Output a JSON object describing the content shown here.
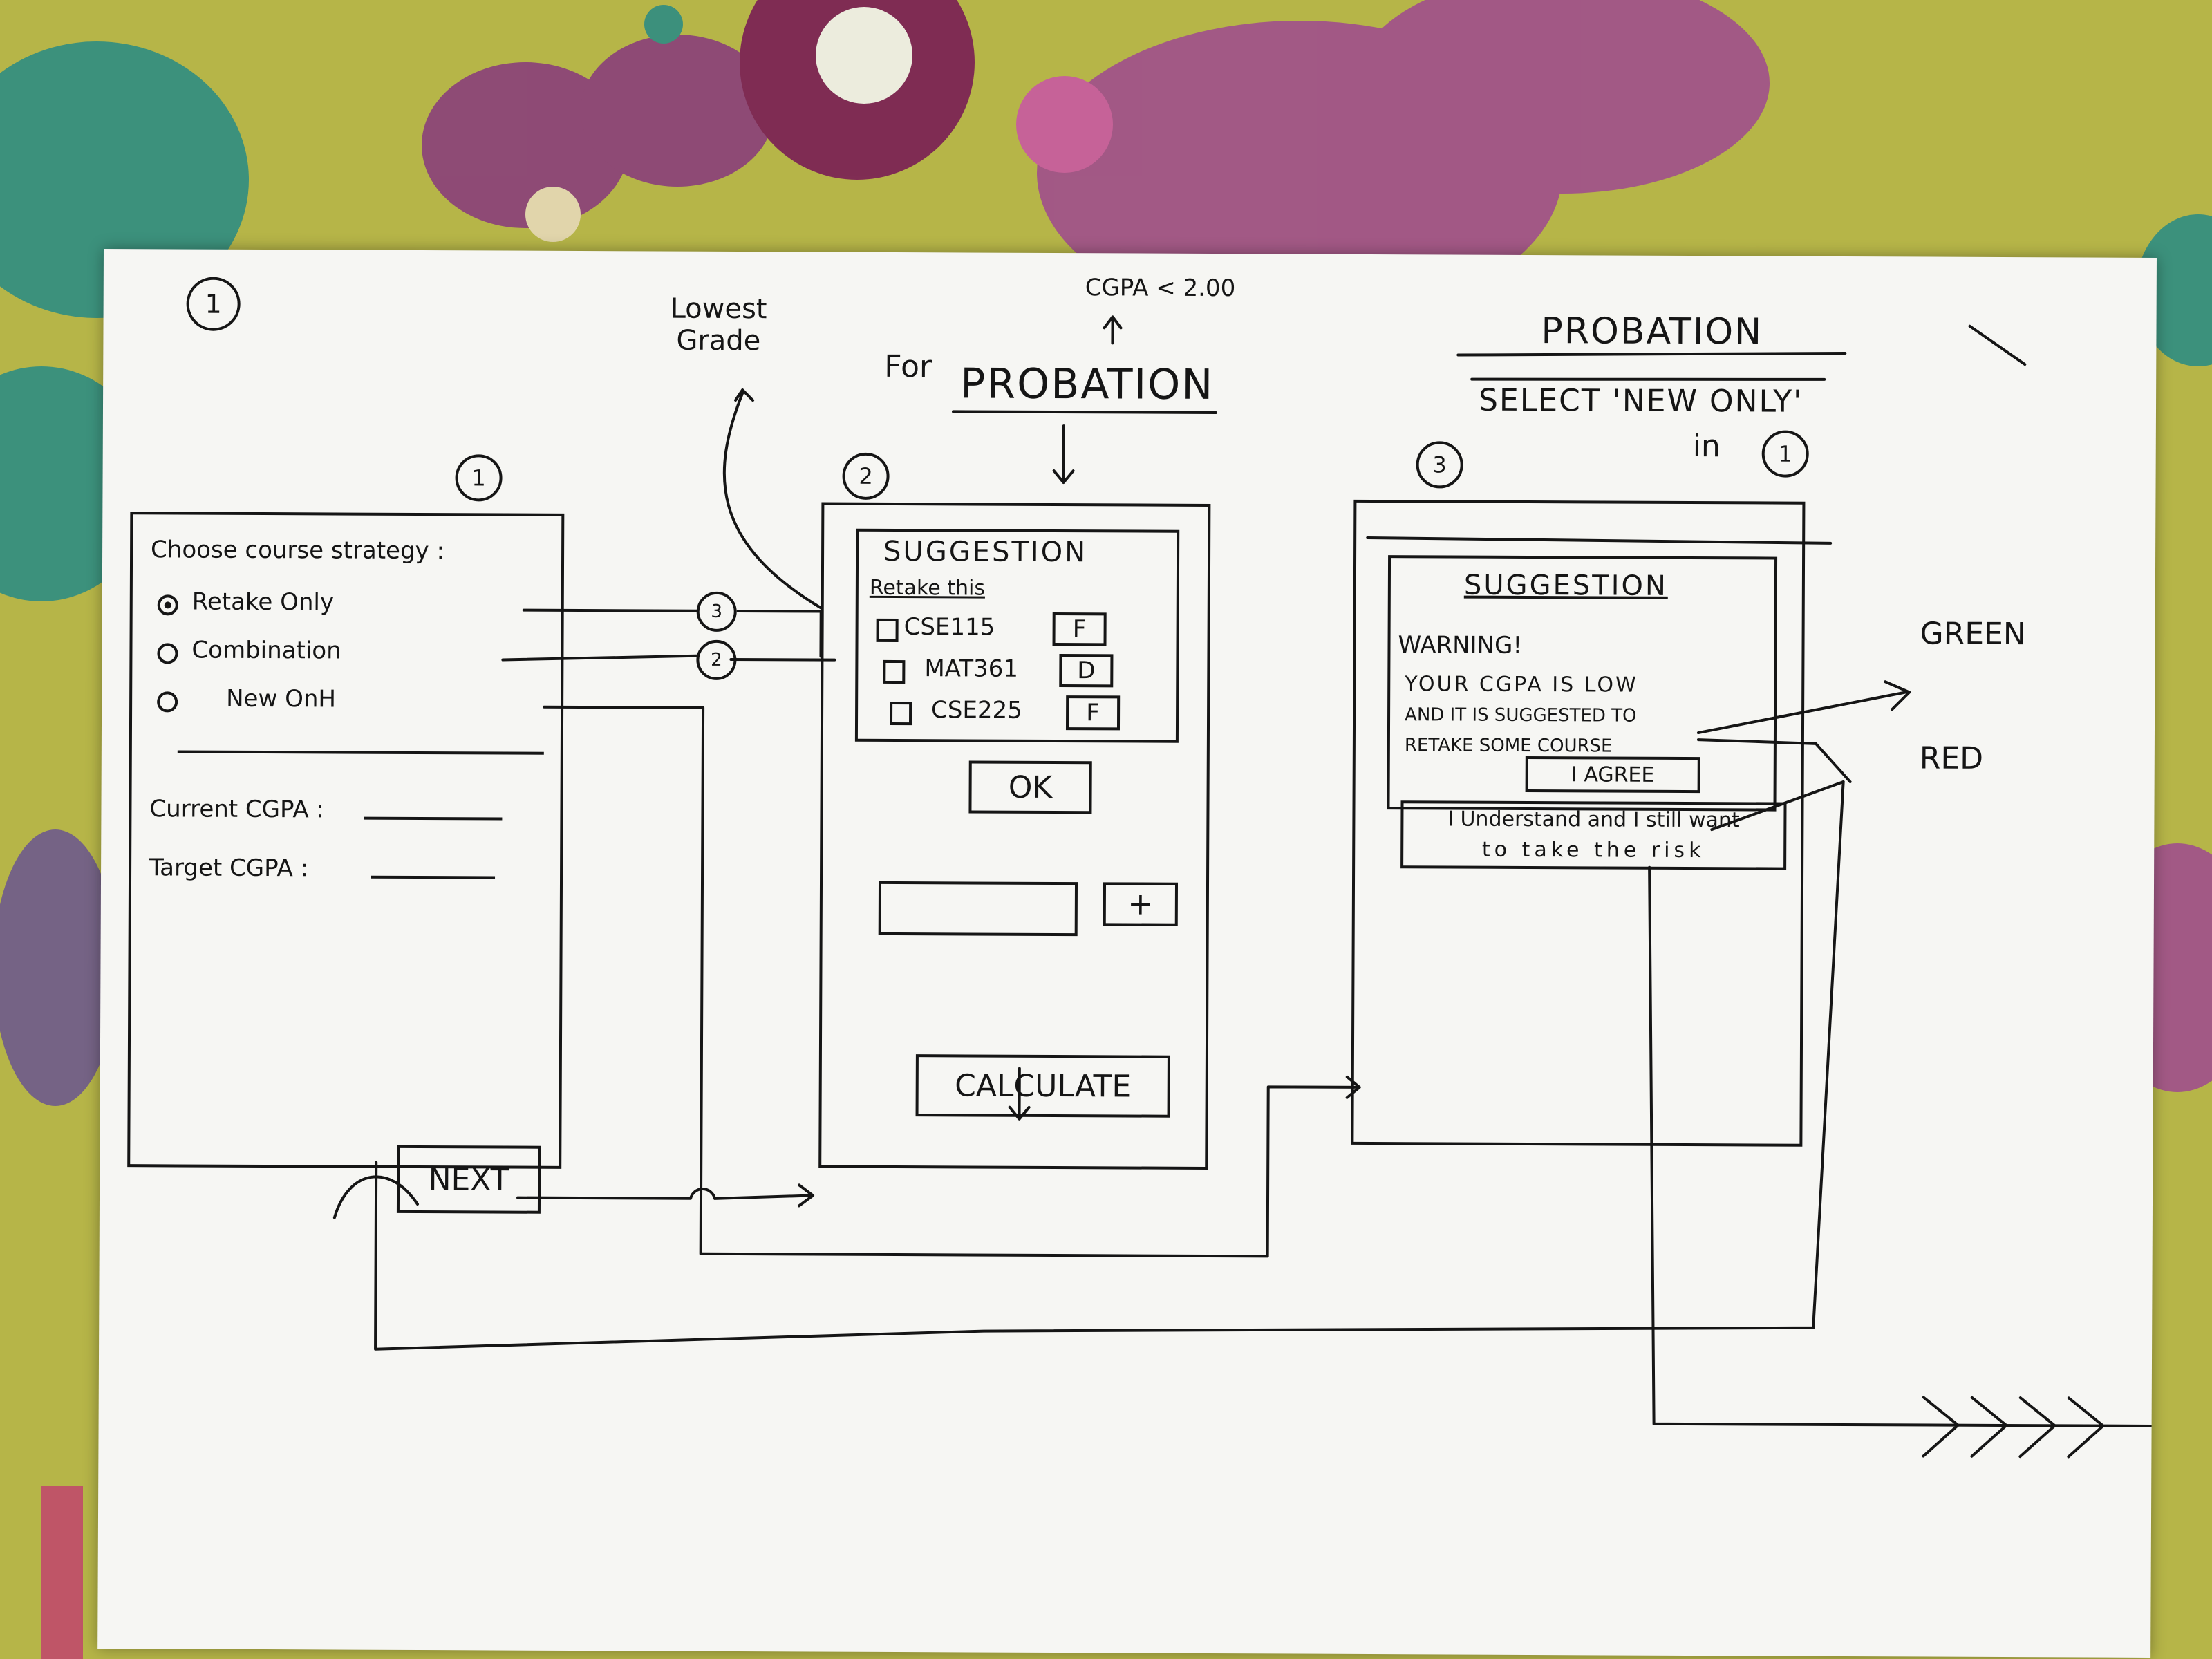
{
  "page_number": "1",
  "annotations": {
    "lowest_grade": [
      "Lowest",
      "Grade"
    ],
    "cgpa_condition": "CGPA < 2.00",
    "for": "For",
    "probation_main": "PROBATION",
    "probation_right": "PROBATION",
    "select_new_only": "SELECT 'NEW ONLY'",
    "in": "in",
    "in_ref": "1",
    "green": "GREEN",
    "red": "RED"
  },
  "screen1": {
    "number": "1",
    "title": "Choose course strategy :",
    "options": [
      {
        "label": "Retake Only",
        "selected": true,
        "leads_to": "3"
      },
      {
        "label": "Combination",
        "selected": false,
        "leads_to": "2"
      },
      {
        "label": "New OnH",
        "selected": false
      }
    ],
    "current_cgpa_label": "Current CGPA :",
    "target_cgpa_label": "Target CGPA :",
    "next_button": "NEXT"
  },
  "screen2": {
    "number": "2",
    "suggestion_title": "SUGGESTION",
    "subtitle": "Retake this",
    "courses": [
      {
        "code": "CSE115",
        "grade": "F"
      },
      {
        "code": "MAT361",
        "grade": "D"
      },
      {
        "code": "CSE225",
        "grade": "F"
      }
    ],
    "ok_button": "OK",
    "add_button": "+",
    "calculate_button": "CALCULATE"
  },
  "screen3": {
    "number": "3",
    "suggestion_title": "SUGGESTION",
    "warning": "WARNING!",
    "message_lines": [
      "YOUR CGPA IS LOW",
      "AND IT IS SUGGESTED TO",
      "RETAKE SOME COURSE"
    ],
    "agree_button": "I AGREE",
    "risk_button_lines": [
      "I Understand and I still want",
      "to take the risk"
    ]
  },
  "colors": {
    "paper": "#f6f6f3",
    "ink": "#151515",
    "fabric": "#b9b84a"
  }
}
